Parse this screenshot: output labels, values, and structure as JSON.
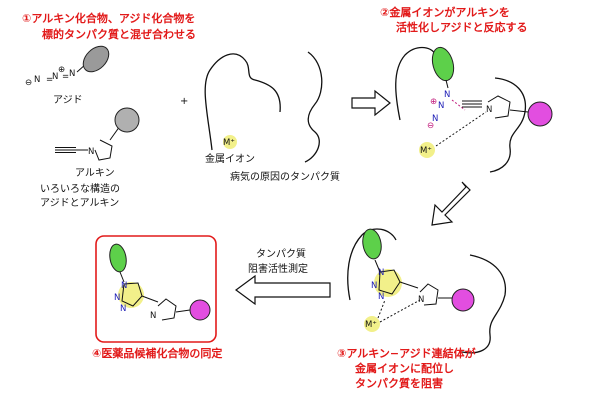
{
  "colors": {
    "accent_red": "#e21a1a",
    "green_probe": "#5dd04a",
    "magenta_probe": "#e24ee0",
    "gray_probe": "#9a9a9a",
    "metal_highlight": "#f2f08a",
    "nitrogen_blue": "#1a1ab5"
  },
  "steps": {
    "step1": [
      "①アルキン化合物、アジド化合物を",
      "標的タンパク質と混ぜ合わせる"
    ],
    "step2": [
      "②金属イオンがアルキンを",
      "活性化しアジドと反応する"
    ],
    "step3": [
      "③アルキン−アジド連結体が",
      "金属イオンに配位し",
      "タンパク質を阻害"
    ],
    "step4": "④医薬品候補化合物の同定"
  },
  "labels": {
    "azide": "アジド",
    "alkyne": "アルキン",
    "various": [
      "いろいろな構造の",
      "アジドとアルキン"
    ],
    "metal_ion": "金属イオン",
    "protein": "病気の原因のタンパク質",
    "assay": [
      "タンパク質",
      "阻害活性測定"
    ],
    "plus": "+",
    "metal_symbol": "M⁺"
  },
  "icons": [
    "right-arrow-icon",
    "down-left-arrow-icon",
    "left-arrow-icon"
  ]
}
